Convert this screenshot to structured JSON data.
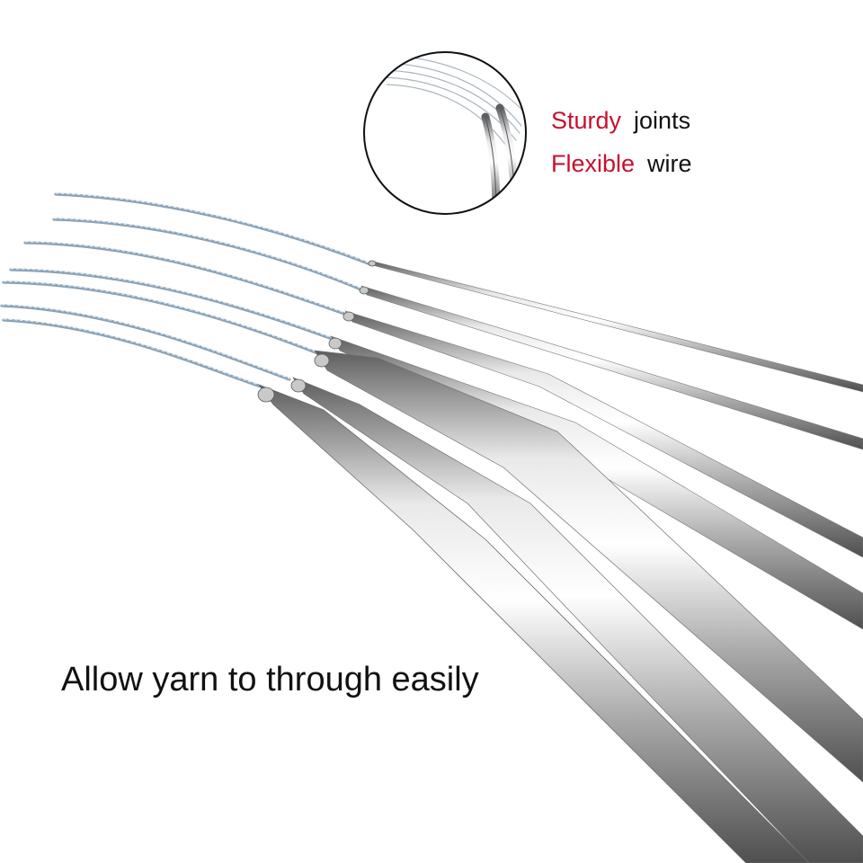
{
  "captions": {
    "line1": {
      "highlight": "Sturdy",
      "text": "joints"
    },
    "line2": {
      "highlight": "Flexible",
      "text": "wire"
    },
    "bottom": "Allow yarn to through easily"
  },
  "colors": {
    "highlight": "#c8102e",
    "text": "#111111",
    "background": "#ffffff",
    "steel_light": "#f4f4f4",
    "steel_mid": "#b9b9b9",
    "steel_dark": "#6a6a6a",
    "cable": "#8fa8bf"
  },
  "product": {
    "needle_count": 7,
    "inset_subject": "needle-joint-closeup"
  }
}
